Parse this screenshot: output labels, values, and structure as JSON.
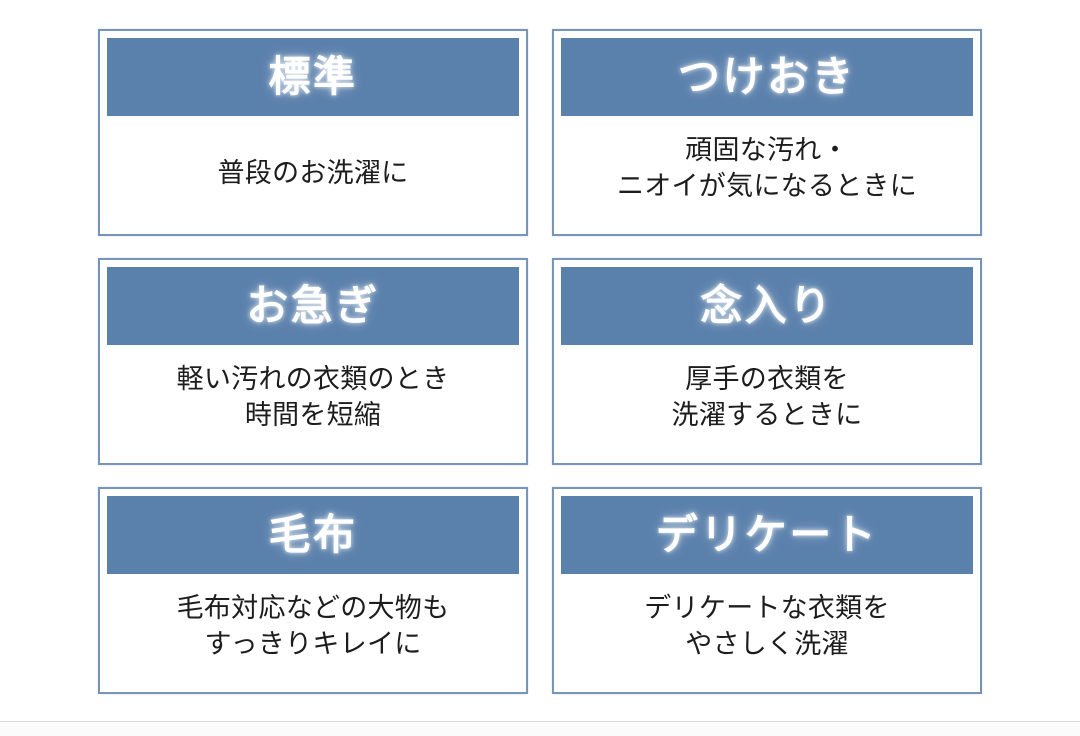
{
  "page": {
    "background_color": "#ffffff",
    "accent_color": "#5a80ac",
    "border_color": "#7795bb",
    "text_color": "#1d1d1d",
    "header_text_color": "#ffffff"
  },
  "cards": [
    {
      "title": "標準",
      "lines": [
        "普段のお洗濯に"
      ]
    },
    {
      "title": "つけおき",
      "lines": [
        "頑固な汚れ・",
        "ニオイが気になるときに"
      ]
    },
    {
      "title": "お急ぎ",
      "lines": [
        "軽い汚れの衣類のとき",
        "時間を短縮"
      ]
    },
    {
      "title": "念入り",
      "lines": [
        "厚手の衣類を",
        "洗濯するときに"
      ]
    },
    {
      "title": "毛布",
      "lines": [
        "毛布対応などの大物も",
        "すっきりキレイに"
      ]
    },
    {
      "title": "デリケート",
      "lines": [
        "デリケートな衣類を",
        "やさしく洗濯"
      ]
    }
  ]
}
